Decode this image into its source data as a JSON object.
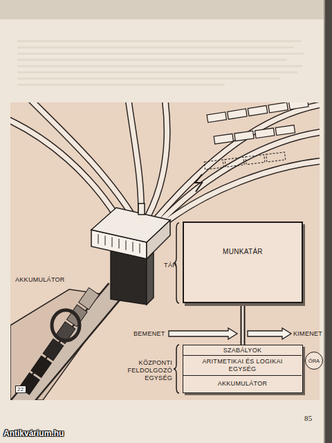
{
  "diagram": {
    "nodes": [
      {
        "text": [
          "TÁR",
          "MUNKATÁR"
        ]
      },
      {
        "text": [
          "KÖZPONTI FELDOLGOZÓ EGYSÉG"
        ]
      },
      {
        "text": [
          "SZABÁLYOK"
        ],
        "in": 1
      },
      {
        "text": [
          "ARITMETIKAI ÉS LOGIKAI EGYSÉG"
        ],
        "in": 1
      },
      {
        "text": [
          "AKKUMULÁTOR"
        ],
        "in": 1
      },
      {
        "text": [
          "ÓRA"
        ]
      }
    ],
    "edges": [
      {
        "from": 0,
        "to": 1,
        "arrow": "none"
      },
      {
        "from": 3,
        "to": 5,
        "arrow": "none"
      }
    ],
    "labels": [
      "AKKUMULÁTOR",
      "22",
      "BEMENET",
      "KIMENET",
      "85",
      "Antikvárium.hu"
    ]
  }
}
